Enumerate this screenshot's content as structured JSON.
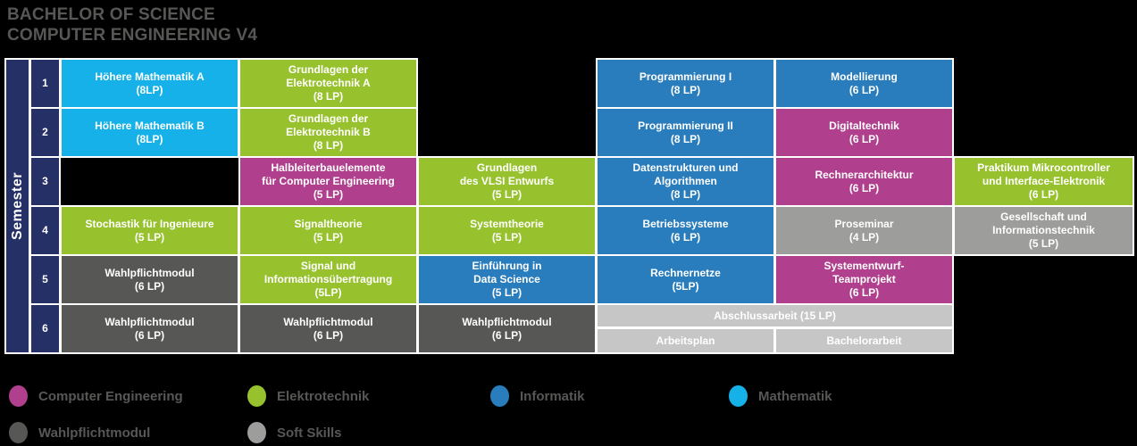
{
  "title": {
    "line1": "BACHELOR OF SCIENCE",
    "line2": "COMPUTER ENGINEERING V4"
  },
  "semester_axis": {
    "label": "Semester",
    "numbers": [
      "1",
      "2",
      "3",
      "4",
      "5",
      "6"
    ]
  },
  "categories": {
    "computer_engineering": {
      "name": "Computer Engineering",
      "color": "#b0408d"
    },
    "elektrotechnik": {
      "name": "Elektrotechnik",
      "color": "#97c22e"
    },
    "informatik": {
      "name": "Informatik",
      "color": "#2a7dbd"
    },
    "mathematik": {
      "name": "Mathematik",
      "color": "#15b1e8"
    },
    "wahlpflichtmodul": {
      "name": "Wahlpflichtmodul",
      "color": "#575756"
    },
    "soft_skills": {
      "name": "Soft Skills",
      "color": "#9d9d9c"
    }
  },
  "modules": {
    "hm_a": {
      "text": "Höhere Mathematik A\n(8LP)",
      "category": "mathematik",
      "semester": 1
    },
    "get_a": {
      "text": "Grundlagen der\nElektrotechnik A\n(8 LP)",
      "category": "elektrotechnik",
      "semester": 1
    },
    "prog1": {
      "text": "Programmierung I\n(8 LP)",
      "category": "informatik",
      "semester": 1
    },
    "modellierung": {
      "text": "Modellierung\n(6 LP)",
      "category": "informatik",
      "semester": 1
    },
    "hm_b": {
      "text": "Höhere Mathematik B\n(8LP)",
      "category": "mathematik",
      "semester": 2
    },
    "get_b": {
      "text": "Grundlagen der\nElektrotechnik B\n(8 LP)",
      "category": "elektrotechnik",
      "semester": 2
    },
    "prog2": {
      "text": "Programmierung II\n(8 LP)",
      "category": "informatik",
      "semester": 2
    },
    "digitaltechnik": {
      "text": "Digitaltechnik\n(6 LP)",
      "category": "computer_engineering",
      "semester": 2
    },
    "halbleiter": {
      "text": "Halbleiterbauelemente\nfür Computer Engineering\n(5 LP)",
      "category": "computer_engineering",
      "semester": 3
    },
    "vlsi": {
      "text": "Grundlagen\ndes VLSI Entwurfs\n(5 LP)",
      "category": "elektrotechnik",
      "semester": 3
    },
    "datenstrukturen": {
      "text": "Datenstrukturen und\nAlgorithmen\n(8 LP)",
      "category": "informatik",
      "semester": 3
    },
    "rechnerarchitektur": {
      "text": "Rechnerarchitektur\n(6 LP)",
      "category": "computer_engineering",
      "semester": 3
    },
    "praktikum_mikro": {
      "text": "Praktikum Mikrocontroller\nund Interface-Elektronik\n(6 LP)",
      "category": "elektrotechnik",
      "semester": 3
    },
    "stochastik": {
      "text": "Stochastik für Ingenieure\n(5 LP)",
      "category": "elektrotechnik",
      "semester": 4
    },
    "signaltheorie": {
      "text": "Signaltheorie\n(5 LP)",
      "category": "elektrotechnik",
      "semester": 4
    },
    "systemtheorie": {
      "text": "Systemtheorie\n(5 LP)",
      "category": "elektrotechnik",
      "semester": 4
    },
    "betriebssysteme": {
      "text": "Betriebssysteme\n(6 LP)",
      "category": "informatik",
      "semester": 4
    },
    "proseminar": {
      "text": "Proseminar\n(4 LP)",
      "category": "soft_skills",
      "semester": 4
    },
    "gesellschaft": {
      "text": "Gesellschaft und\nInformationstechnik\n(5 LP)",
      "category": "soft_skills",
      "semester": 4
    },
    "wahlpflicht_5_1": {
      "text": "Wahlpflichtmodul\n(6 LP)",
      "category": "wahlpflichtmodul",
      "semester": 5
    },
    "signal_info": {
      "text": "Signal und\nInformationsübertragung\n(5LP)",
      "category": "elektrotechnik",
      "semester": 5
    },
    "data_science": {
      "text": "Einführung in\nData Science\n(5 LP)",
      "category": "informatik",
      "semester": 5
    },
    "rechnernetze": {
      "text": "Rechnernetze\n(5LP)",
      "category": "informatik",
      "semester": 5
    },
    "systementwurf": {
      "text": "Systementwurf-\nTeamprojekt\n(6 LP)",
      "category": "computer_engineering",
      "semester": 5
    },
    "wahlpflicht_6_1": {
      "text": "Wahlpflichtmodul\n(6 LP)",
      "category": "wahlpflichtmodul",
      "semester": 6
    },
    "wahlpflicht_6_2": {
      "text": "Wahlpflichtmodul\n(6 LP)",
      "category": "wahlpflichtmodul",
      "semester": 6
    },
    "wahlpflicht_6_3": {
      "text": "Wahlpflichtmodul\n(6 LP)",
      "category": "wahlpflichtmodul",
      "semester": 6
    }
  },
  "thesis": {
    "header": "Abschlussarbeit (15 LP)",
    "plan": "Arbeitsplan",
    "work": "Bachelorarbeit"
  },
  "legend": {
    "row1": [
      {
        "label": "Computer Engineering",
        "color": "#b0408d"
      },
      {
        "label": "Elektrotechnik",
        "color": "#97c22e"
      },
      {
        "label": "Informatik",
        "color": "#2a7dbd"
      },
      {
        "label": "Mathematik",
        "color": "#15b1e8"
      }
    ],
    "row2": [
      {
        "label": "Wahlpflichtmodul",
        "color": "#575756"
      },
      {
        "label": "Soft Skills",
        "color": "#9d9d9c"
      }
    ]
  }
}
